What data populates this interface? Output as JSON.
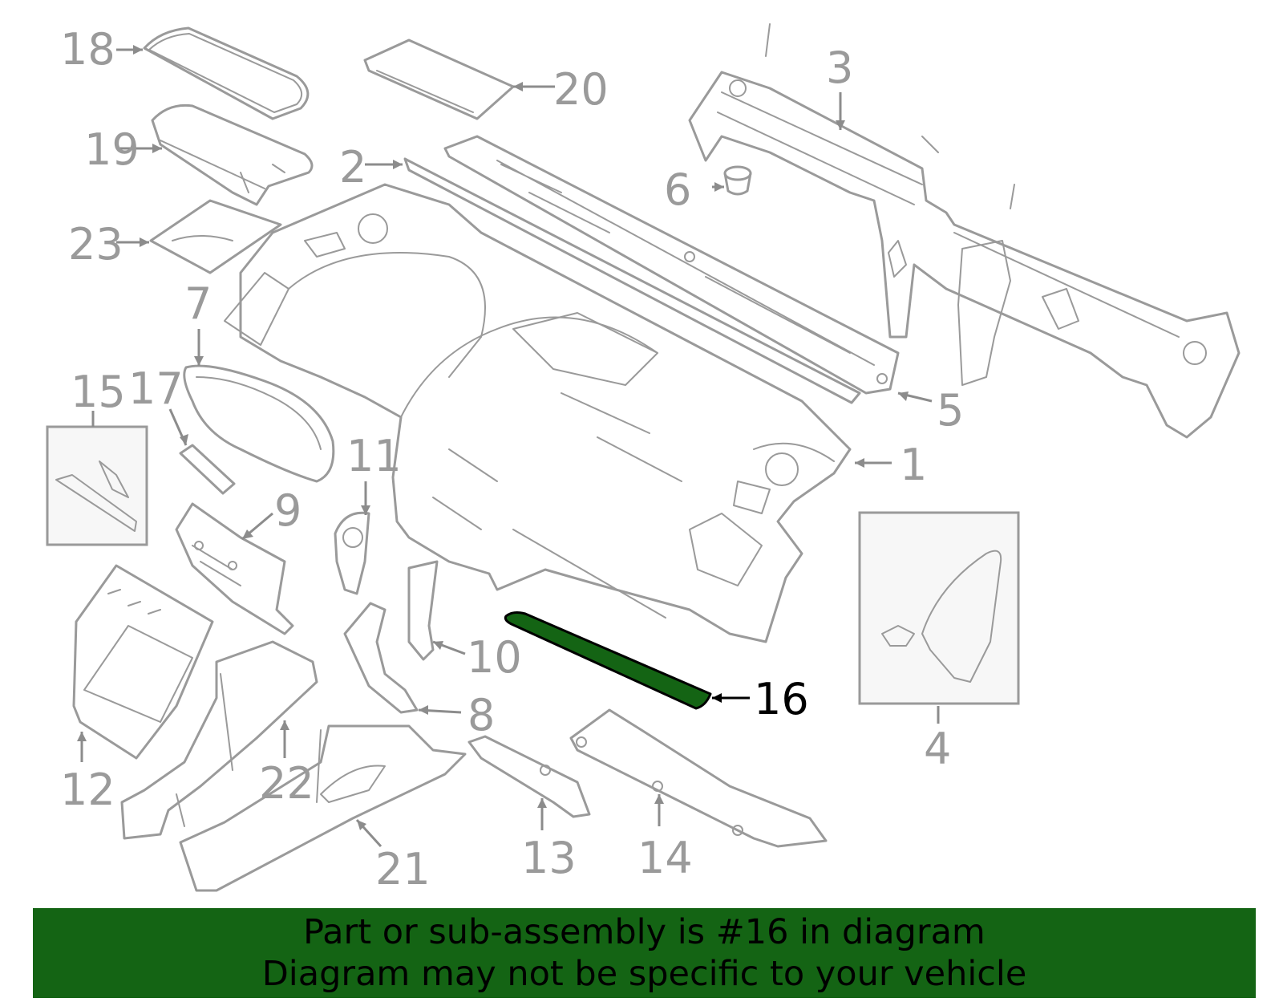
{
  "diagram": {
    "highlight_color": "#146414",
    "part_line_color": "#9a9a9a",
    "callouts": {
      "c1": "1",
      "c2": "2",
      "c3": "3",
      "c4": "4",
      "c5": "5",
      "c6": "6",
      "c7": "7",
      "c8": "8",
      "c9": "9",
      "c10": "10",
      "c11": "11",
      "c12": "12",
      "c13": "13",
      "c14": "14",
      "c15": "15",
      "c16": "16",
      "c17": "17",
      "c18": "18",
      "c19": "19",
      "c20": "20",
      "c21": "21",
      "c22": "22",
      "c23": "23"
    },
    "highlighted_callout": "16"
  },
  "footer": {
    "line1": "Part or sub-assembly is #16 in diagram",
    "line2": "Diagram may not be specific to your vehicle"
  }
}
